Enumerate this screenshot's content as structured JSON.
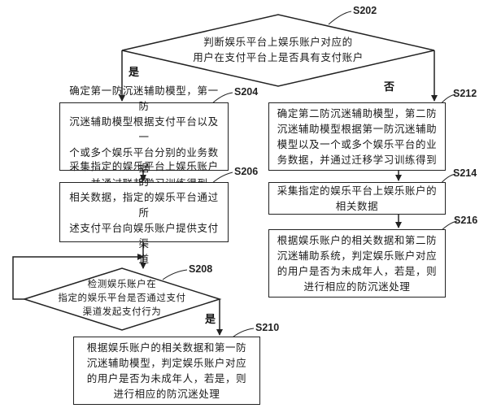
{
  "decision1": {
    "id": "S202",
    "text": "判断娱乐平台上娱乐账户对应的\n用户在支付平台上是否具有支付账户",
    "yes_label": "是",
    "no_label": "否"
  },
  "s204": {
    "id": "S204",
    "text": "确定第一防沉迷辅助模型，第一防\n沉迷辅助模型根据支付平台以及一\n个或多个娱乐平台分别的业务数据\n，并通过联邦学习训练得到"
  },
  "s206": {
    "id": "S206",
    "text": "采集指定的娱乐平台上娱乐账户的\n相关数据，指定的娱乐平台通过所\n述支付平台向娱乐账户提供支付渠\n道"
  },
  "decision2": {
    "id": "S208",
    "text": "检测娱乐账户在\n指定的娱乐平台是否通过支付\n渠道发起支付行为",
    "yes_label": "是"
  },
  "s210": {
    "id": "S210",
    "text": "根据娱乐账户的相关数据和第一防\n沉迷辅助模型，判定娱乐账户对应\n的用户是否为未成年人，若是，则\n进行相应的防沉迷处理"
  },
  "s212": {
    "id": "S212",
    "text": "确定第二防沉迷辅助模型，第二防\n沉迷辅助模型根据第一防沉迷辅助\n模型以及一个或多个娱乐平台的业\n务数据，并通过迁移学习训练得到"
  },
  "s214": {
    "id": "S214",
    "text": "采集指定的娱乐平台上娱乐账户的\n相关数据"
  },
  "s216": {
    "id": "S216",
    "text": "根据娱乐账户的相关数据和第二防\n沉迷辅助系统，判定娱乐账户对应\n的用户是否为未成年人，若是，则\n进行相应的防沉迷处理"
  }
}
